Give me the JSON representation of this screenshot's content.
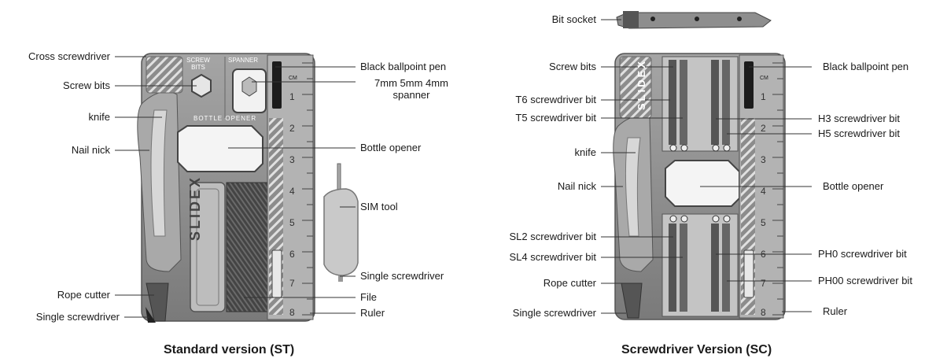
{
  "standard": {
    "caption": "Standard version (ST)",
    "labels": {
      "cross_screwdriver": "Cross screwdriver",
      "screw_bits": "Screw bits",
      "knife": "knife",
      "nail_nick": "Nail nick",
      "rope_cutter": "Rope cutter",
      "single_screwdriver_left": "Single screwdriver",
      "black_ballpoint_pen": "Black ballpoint pen",
      "spanner_line1": "7mm 5mm 4mm",
      "spanner_line2": "spanner",
      "bottle_opener": "Bottle opener",
      "sim_tool": "SIM tool",
      "single_screwdriver_right": "Single  screwdriver",
      "file": "File",
      "ruler": "Ruler"
    },
    "card_text": {
      "screw": "SCREW",
      "bits": "BITS",
      "spanner": "SPANNER",
      "bottle_opener": "BOTTLE OPENER",
      "brand": "SLIDEX",
      "cm": "CM"
    }
  },
  "screwdriver": {
    "caption": "Screwdriver Version (SC)",
    "labels": {
      "bit_socket": "Bit socket",
      "screw_bits": "Screw bits",
      "t6_bit": "T6 screwdriver bit",
      "t5_bit": "T5 screwdriver bit",
      "knife": "knife",
      "nail_nick": "Nail nick",
      "sl2_bit": "SL2 screwdriver bit",
      "sl4_bit": "SL4 screwdriver bit",
      "rope_cutter": "Rope cutter",
      "single_screwdriver": "Single screwdriver",
      "black_ballpoint_pen": "Black ballpoint pen",
      "h3_bit": "H3 screwdriver bit",
      "h5_bit": "H5 screwdriver bit",
      "bottle_opener": "Bottle opener",
      "ph0_bit": "PH0 screwdriver bit",
      "ph00_bit": "PH00 screwdriver bit",
      "ruler": "Ruler"
    },
    "card_text": {
      "brand": "SLIDEX",
      "cm": "CM"
    }
  },
  "ruler_ticks": [
    "1",
    "2",
    "3",
    "4",
    "5",
    "6",
    "7",
    "8"
  ],
  "colors": {
    "card_dark": "#6e6e6e",
    "card_mid": "#9a9a9a",
    "card_light": "#cfcfcf",
    "line": "#333333"
  }
}
